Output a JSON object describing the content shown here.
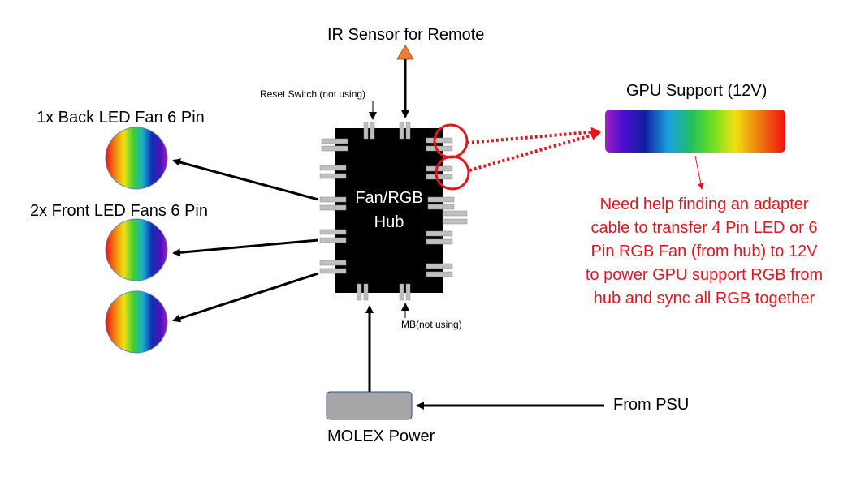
{
  "labels": {
    "ir_sensor": "IR Sensor for Remote",
    "reset_switch": "Reset Switch (not using)",
    "back_fan": "1x Back LED Fan 6 Pin",
    "front_fans": "2x Front LED Fans 6 Pin",
    "gpu_support": "GPU Support (12V)",
    "hub_line1": "Fan/RGB",
    "hub_line2": "Hub",
    "mb": "MB(not using)",
    "molex": "MOLEX Power",
    "psu": "From PSU"
  },
  "note": {
    "lines": [
      "Need help finding an adapter",
      "cable to transfer 4 Pin LED or 6",
      "Pin RGB Fan (from hub) to 12V",
      "to power GPU support RGB from",
      "hub and sync all RGB together"
    ]
  },
  "colors": {
    "note_text": "#e8141b",
    "callout_circle": "#e8141b",
    "hub": "#000000",
    "pin": "#bfbfbf",
    "molex_fill": "#a6a6a6",
    "molex_stroke": "#2f528f",
    "ir_triangle": "#ed7d31"
  }
}
